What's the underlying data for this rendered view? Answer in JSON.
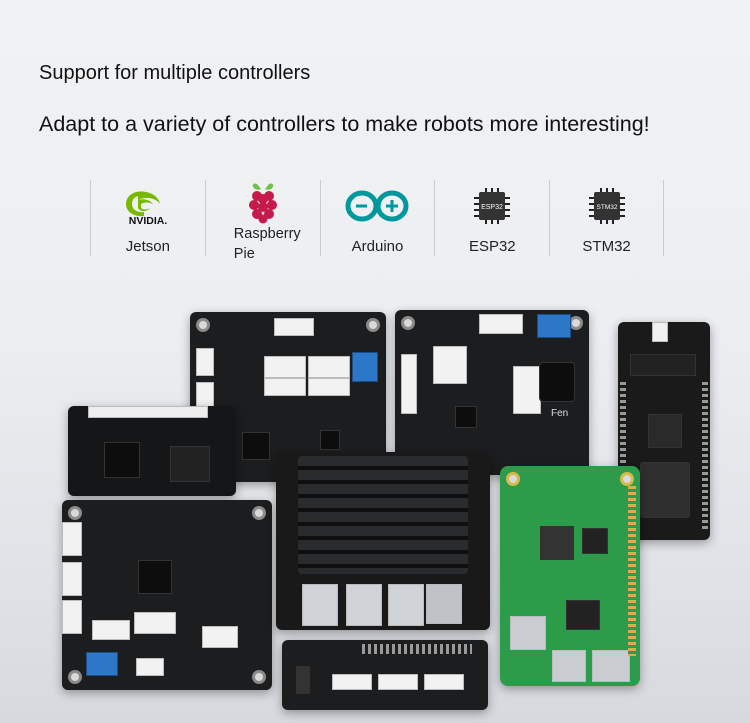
{
  "headline": {
    "line1": "Support for multiple controllers",
    "line2": "Adapt to a variety of controllers to make robots more interesting!"
  },
  "controllers": [
    {
      "label": "Jetson",
      "logo_text": "NVIDIA.",
      "icon": "nvidia-logo-icon",
      "color": "#76b900"
    },
    {
      "label": "Raspberry Pie",
      "icon": "raspberry-pi-logo-icon",
      "color": "#c51a4a"
    },
    {
      "label": "Arduino",
      "icon": "arduino-logo-icon",
      "color": "#00979d"
    },
    {
      "label": "ESP32",
      "chip_text": "ESP32",
      "icon": "esp32-chip-icon"
    },
    {
      "label": "STM32",
      "chip_text": "STM32",
      "icon": "stm32-chip-icon"
    }
  ],
  "boards": {
    "fen_label": "Fen"
  }
}
